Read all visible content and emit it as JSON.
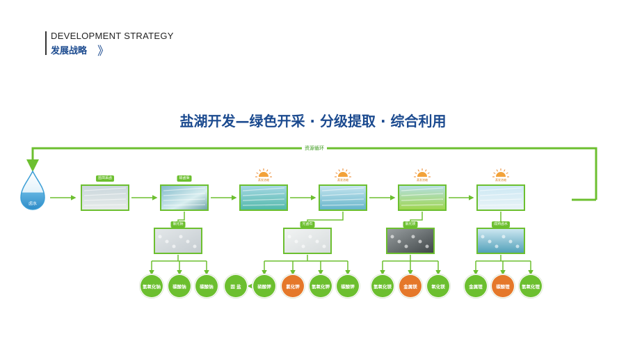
{
  "header": {
    "title_en": "DEVELOPMENT STRATEGY",
    "title_cn": "发展战略",
    "chevron": "》"
  },
  "main_title": "盐湖开发—绿色开采 · 分级提取 · 综合利用",
  "loop_label": "资源循环",
  "source": {
    "label": "卤水"
  },
  "sun_label": "蒸发浓缩",
  "stages": [
    {
      "tag": "盐田采卤",
      "sun": false
    },
    {
      "tag": "输卤渠",
      "sun": false
    },
    {
      "tag": "",
      "sun": true
    },
    {
      "tag": "",
      "sun": true
    },
    {
      "tag": "",
      "sun": true
    },
    {
      "tag": "",
      "sun": true
    }
  ],
  "sub_stages": [
    {
      "tag": "氯化钠"
    },
    {
      "tag": "光卤石"
    },
    {
      "tag": "氯化镁"
    },
    {
      "tag": "成熟卤水"
    }
  ],
  "products": [
    {
      "label": "氢氧化钠",
      "highlight": false
    },
    {
      "label": "碳酸钠",
      "highlight": false
    },
    {
      "label": "碳酸钠",
      "highlight": false
    },
    {
      "label": "固 盐",
      "highlight": false
    },
    {
      "label": "硝酸钾",
      "highlight": false
    },
    {
      "label": "氯化钾",
      "highlight": true
    },
    {
      "label": "氢氧化钾",
      "highlight": false
    },
    {
      "label": "碳酸钾",
      "highlight": false
    },
    {
      "label": "氢氧化镁",
      "highlight": false
    },
    {
      "label": "金属镁",
      "highlight": true
    },
    {
      "label": "氧化镁",
      "highlight": false
    },
    {
      "label": "金属锂",
      "highlight": false
    },
    {
      "label": "碳酸锂",
      "highlight": true
    },
    {
      "label": "氢氧化锂",
      "highlight": false
    }
  ],
  "colors": {
    "green": "#6cbf2f",
    "orange": "#e5782a",
    "navy": "#1b4a8f",
    "water": "#3d9fd6"
  }
}
